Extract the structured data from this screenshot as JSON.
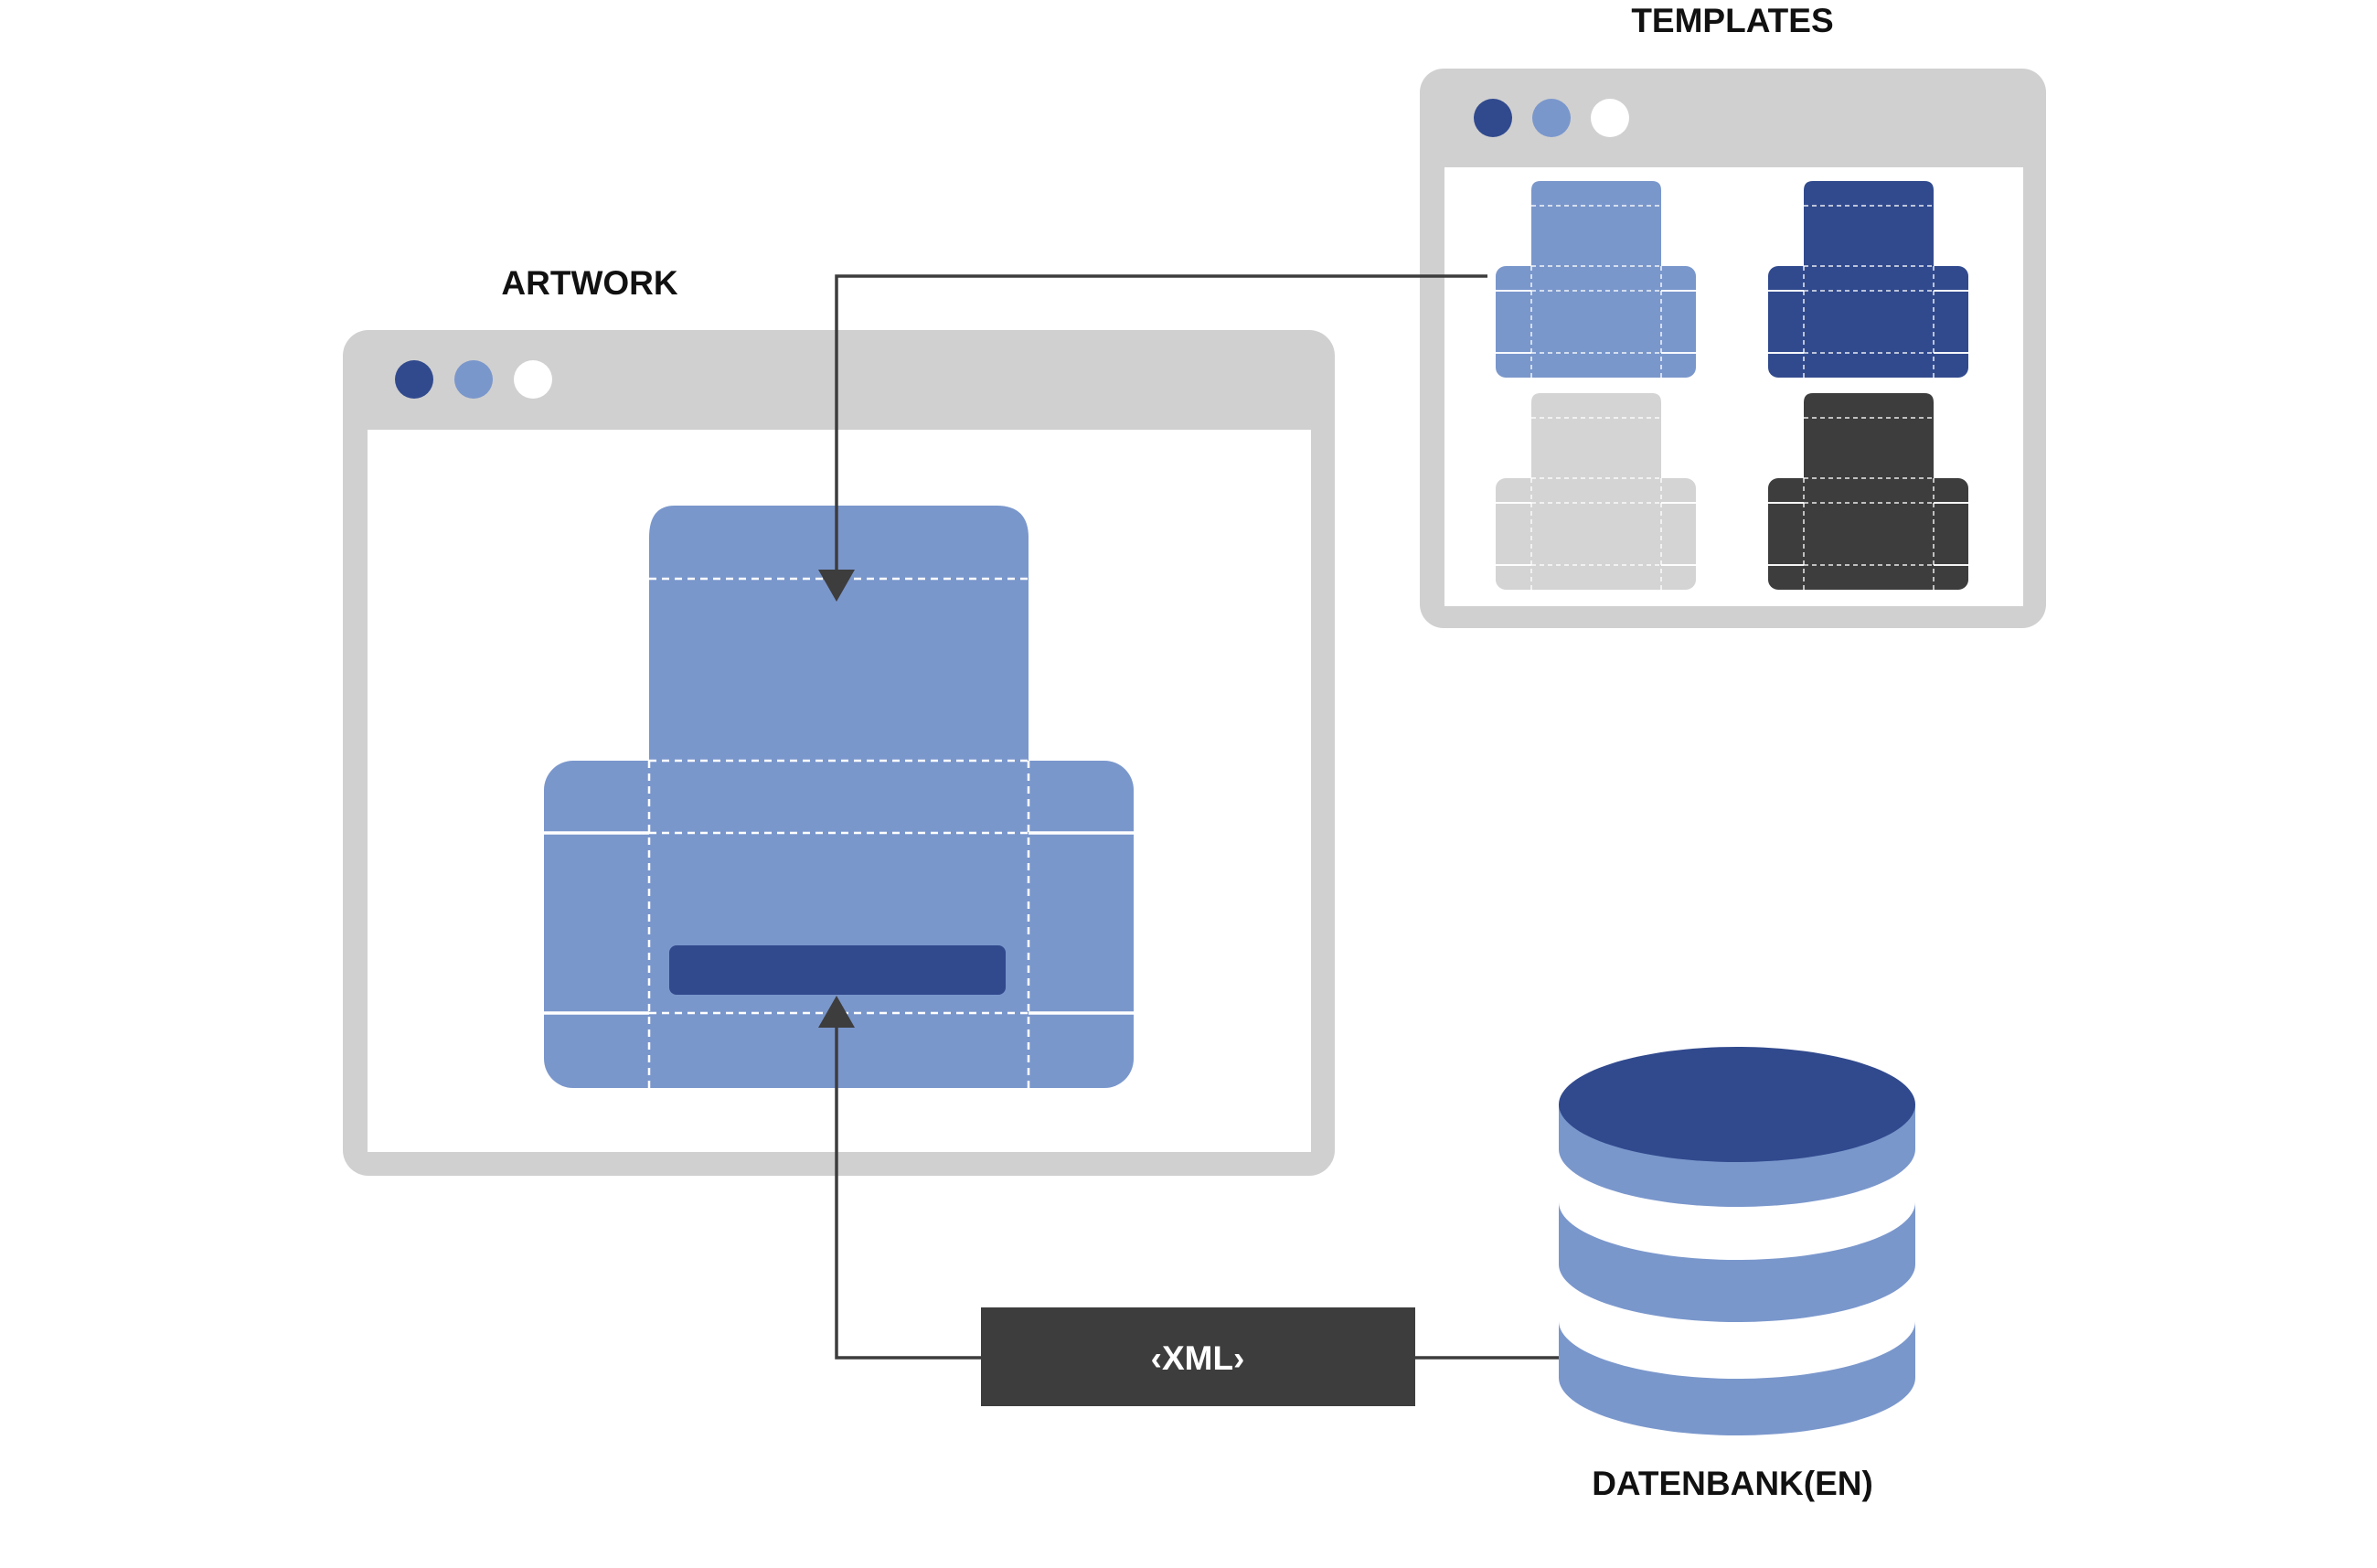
{
  "labels": {
    "artwork": "ARTWORK",
    "templates": "TEMPLATES",
    "database": "DATENBANK(EN)",
    "xml": "‹XML›"
  },
  "colors": {
    "frame": "#d0d0d0",
    "dark_blue": "#314a8e",
    "light_blue": "#7a97cc",
    "white": "#ffffff",
    "light_gray": "#d4d4d4",
    "dark_gray": "#3d3d3d",
    "connector": "#3d3d3d"
  },
  "windows": [
    {
      "name": "artwork-window",
      "dots": [
        "#314a8e",
        "#7a97cc",
        "#ffffff"
      ]
    },
    {
      "name": "templates-window",
      "dots": [
        "#314a8e",
        "#7a97cc",
        "#ffffff"
      ]
    }
  ],
  "templates": [
    {
      "name": "template-light-blue",
      "color": "#7a97cc"
    },
    {
      "name": "template-dark-blue",
      "color": "#314a8e"
    },
    {
      "name": "template-light-gray",
      "color": "#d4d4d4"
    },
    {
      "name": "template-dark-gray",
      "color": "#3d3d3d"
    }
  ],
  "icons": [
    "database-icon",
    "browser-window-icon",
    "box-dieline-icon",
    "arrow-head-icon"
  ]
}
